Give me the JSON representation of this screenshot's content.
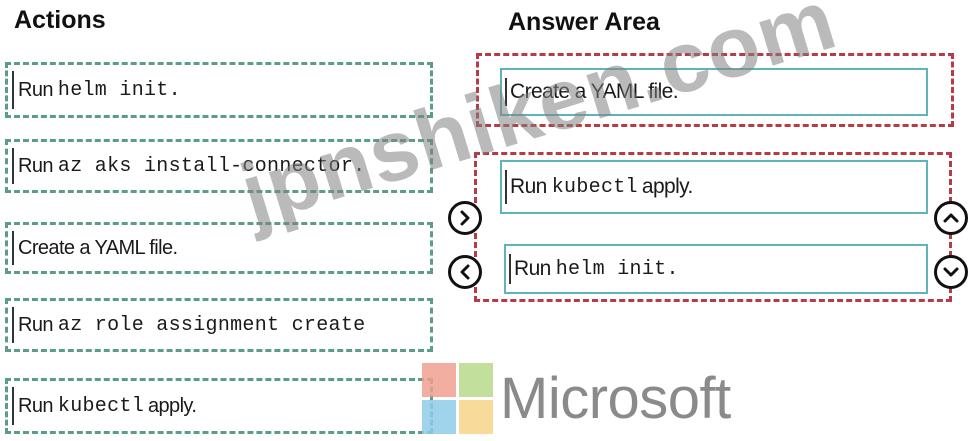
{
  "actions_heading": "Actions",
  "answer_heading": "Answer Area",
  "actions": [
    {
      "prefix": "Run",
      "code": "helm init."
    },
    {
      "prefix": "Run",
      "code": "az aks install-connector."
    },
    {
      "prefix": "Create a YAML file.",
      "code": ""
    },
    {
      "prefix": "Run",
      "code": "az role assignment create"
    },
    {
      "prefix": "Run",
      "code": "kubectl",
      "suffix": "apply."
    }
  ],
  "answers": [
    {
      "prefix": "Create a YAML file.",
      "code": ""
    },
    {
      "prefix": "Run",
      "code": "kubectl",
      "suffix": "apply."
    },
    {
      "prefix": "Run",
      "code": "helm init."
    }
  ],
  "watermark": "jpnshiken.com",
  "brand": {
    "name": "Microsoft",
    "logo_colors": [
      "#f25022",
      "#7fba00",
      "#00a4ef",
      "#ffb900"
    ]
  },
  "icons": {
    "move_right": "chevron-right-icon",
    "move_left": "chevron-left-icon",
    "move_up": "chevron-up-icon",
    "move_down": "chevron-down-icon"
  }
}
